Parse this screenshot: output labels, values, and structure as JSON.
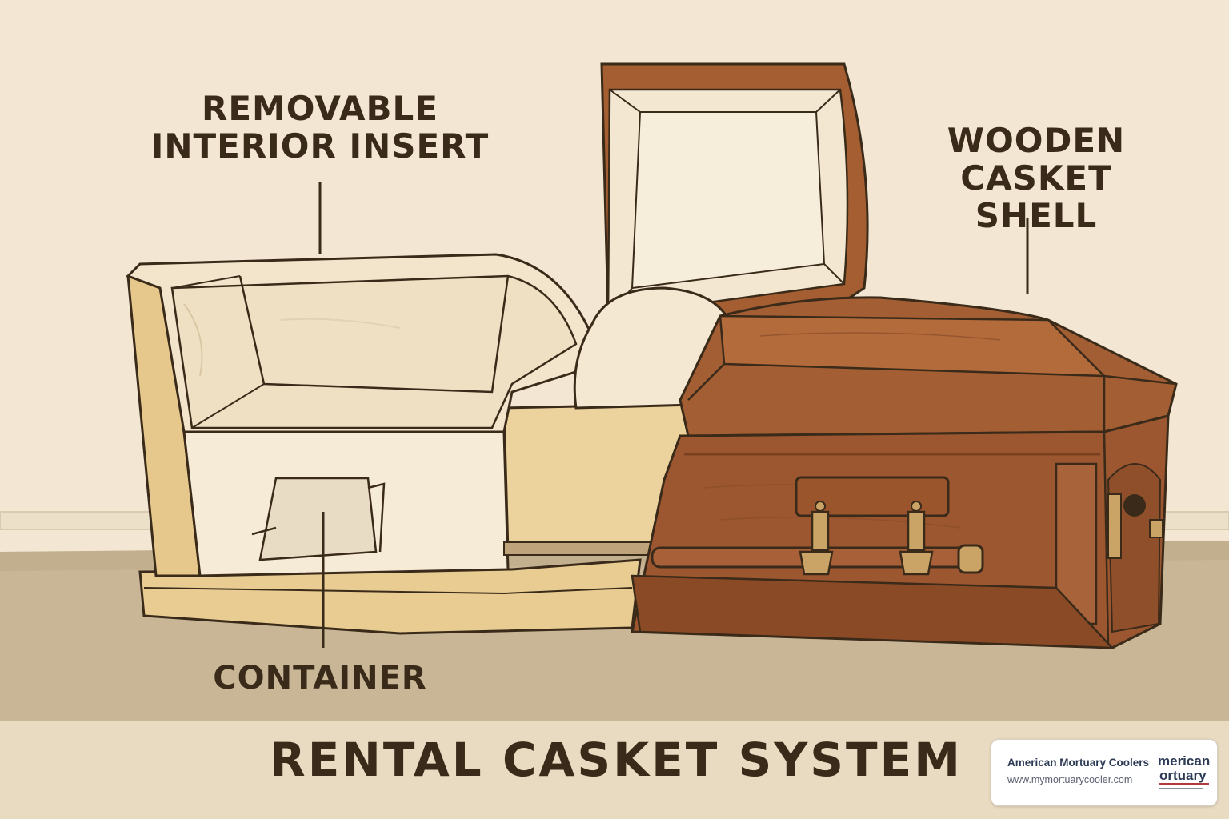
{
  "labels": {
    "removable_insert": "REMOVABLE INTERIOR INSERT",
    "wooden_shell": "WOODEN CASKET SHELL",
    "container": "CONTAINER"
  },
  "title": "RENTAL CASKET SYSTEM",
  "logo": {
    "name": "American Mortuary Coolers",
    "url": "www.mymortuarycooler.com",
    "mark_word_1": "merican",
    "mark_word_2": "ortuary"
  },
  "colors": {
    "wall": "#f3e7d3",
    "floor": "#c7b495",
    "insert_cream": "#f4e9d6",
    "container_tan": "#e8cc92",
    "wood": "#a05c30",
    "wood_dark": "#7a4120",
    "brass": "#c9a466",
    "text": "#3a2a19"
  },
  "icons": [
    "handle-bar-icon",
    "logo-mark-icon"
  ]
}
